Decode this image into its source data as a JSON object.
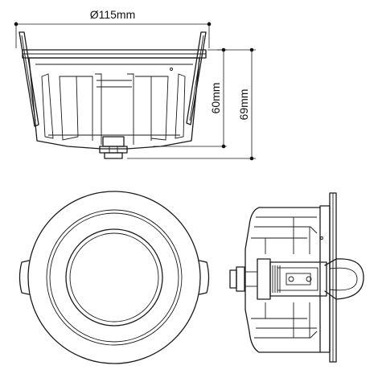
{
  "dimensions": {
    "diameter": "Ø115mm",
    "height_body": "60mm",
    "height_total": "69mm"
  },
  "colors": {
    "line": "#1a1a1a",
    "background": "#ffffff"
  }
}
